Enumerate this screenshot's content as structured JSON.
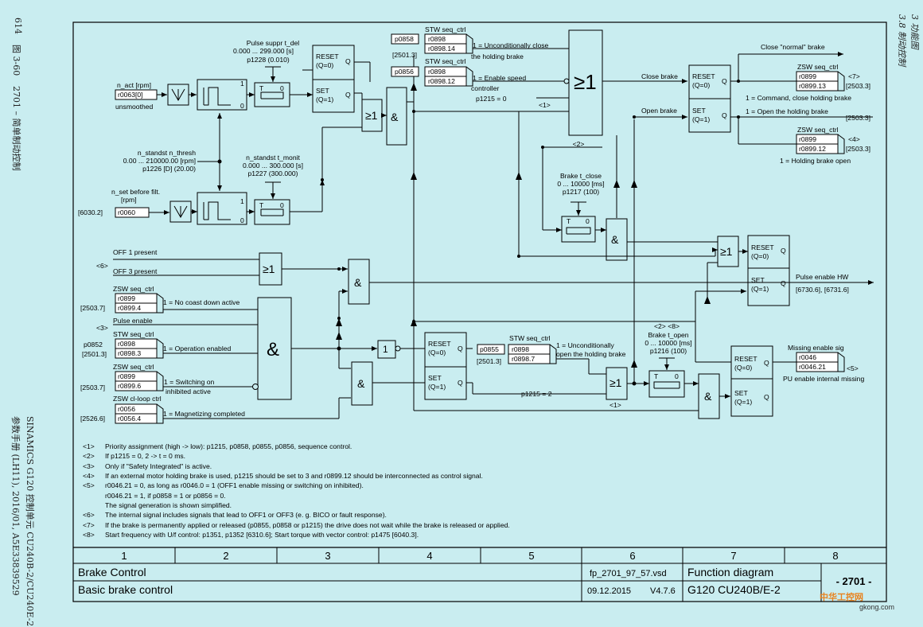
{
  "side": {
    "page_number": "614",
    "figure": "图 3-60",
    "figure_title": "2701 – 简单制动控制",
    "chapter": "3 功能图",
    "section": "3.8 制动控制",
    "manual_line1": "SINAMICS G120 控制单元 CU240B-2/CU240E-2",
    "manual_line2": "参数手册 (LH11), 2016/01, A5E33839529"
  },
  "diagram": {
    "n_act_label": "n_act [rpm]",
    "n_act_param": "r0063[0]",
    "unsmoothed": "unsmoothed",
    "pulse_suppr_label": "Pulse suppr t_del",
    "pulse_suppr_range": "0.000 ... 299.000  [s]",
    "pulse_suppr_param": "p1228 (0.010)",
    "nstandst_thresh_label": "n_standst n_thresh",
    "nstandst_thresh_range": "0.00 ... 210000.00  [rpm]",
    "nstandst_thresh_param": "p1226 [D] (20.00)",
    "nstandst_monit_label": "n_standst t_monit",
    "nstandst_monit_range": "0.000 ... 300.000  [s]",
    "nstandst_monit_param": "p1227 (300.000)",
    "nset_label": "n_set before filt.",
    "nset_unit": "[rpm]",
    "nset_ref": "[6030.2]",
    "nset_param": "r0060",
    "off1": "OFF 1 present",
    "off3": "OFF 3 present",
    "ref6": "<6>",
    "zsw_seq_ctrl": "ZSW seq_ctrl",
    "r0899": "r0899",
    "r0899_4": "r0899.4",
    "no_coast_down": "1 = No coast down active",
    "ref2503_7": "[2503.7]",
    "pulse_enable": "Pulse enable",
    "ref3": "<3>",
    "stw_seq_ctrl": "STW seq_ctrl",
    "p0852": "p0852",
    "ref2501_3": "[2501.3]",
    "r0898": "r0898",
    "r0898_3": "r0898.3",
    "op_enabled": "1 = Operation enabled",
    "r0899_6": "r0899.6",
    "switching_on_1": "1 = Switching on",
    "switching_on_2": "inhibited active",
    "zsw_cl_loop": "ZSW cl-loop ctrl",
    "r0056": "r0056",
    "r0056_4": "r0056.4",
    "ref2526_6": "[2526.6]",
    "magnetizing": "1 = Magnetizing completed",
    "p0858": "p0858",
    "r0898_14": "r0898.14",
    "uncond_close_1": "1 = Unconditionally close",
    "uncond_close_2": "the holding brake",
    "p0856": "p0856",
    "r0898_12": "r0898.12",
    "enable_speed_1": "1 = Enable speed",
    "enable_speed_2": "controller",
    "p1215_0": "p1215 = 0",
    "ref1": "<1>",
    "close_brake": "Close brake",
    "open_brake": "Open brake",
    "close_normal": "Close \"normal\" brake",
    "r0899_13": "r0899.13",
    "ref7": "<7>",
    "ref2503_3": "[2503.3]",
    "cmd_close": "1 = Command, close holding brake",
    "open_holding": "1 = Open the holding brake",
    "r0899_12": "r0899.12",
    "ref4": "<4>",
    "holding_open": "1 = Holding brake open",
    "ref2": "<2>",
    "brake_tclose": "Brake t_close",
    "brake_tclose_range": "0 ... 10000  [ms]",
    "brake_tclose_param": "p1217 (100)",
    "pulse_enable_hw": "Pulse enable HW",
    "pulse_enable_hw_ref": "[6730.6], [6731.6]",
    "p0855": "p0855",
    "r0898_7": "r0898.7",
    "uncond_open_1": "1 = Unconditionally",
    "uncond_open_2": "open the holding brake",
    "p1215_2": "p1215 = 2",
    "ref2_8": "<2> <8>",
    "brake_topen": "Brake t_open",
    "brake_topen_range": "0 ... 10000  [ms]",
    "brake_topen_param": "p1216 (100)",
    "missing_enable": "Missing enable sig",
    "r0046": "r0046",
    "r0046_21": "r0046.21",
    "ref5": "<5>",
    "pu_enable_missing": "PU enable internal missing",
    "reset_q0": "RESET",
    "q0": "(Q=0)",
    "set_q1": "SET",
    "q1": "(Q=1)",
    "q": "Q",
    "ge1": "≥1",
    "and": "&",
    "one": "1",
    "t_letter": "T",
    "zero": "0"
  },
  "notes": [
    {
      "no": "<1>",
      "text": "Priority assignment (high -> low): p1215, p0858, p0855, p0856, sequence control."
    },
    {
      "no": "<2>",
      "text": "If p1215 = 0, 2 -> t = 0 ms."
    },
    {
      "no": "<3>",
      "text": "Only if \"Safety Integrated\" is active."
    },
    {
      "no": "<4>",
      "text": "If an external motor holding brake is used, p1215 should be set to 3 and r0899.12 should be interconnected as control signal."
    },
    {
      "no": "<5>",
      "text": "r0046.21 = 0, as long as r0046.0 = 1 (OFF1 enable missing or switching on inhibited)."
    },
    {
      "no": "",
      "text": "r0046.21 = 1, if p0858 = 1 or p0856 = 0."
    },
    {
      "no": "",
      "text": "The signal generation is shown simplified."
    },
    {
      "no": "<6>",
      "text": "The internal signal includes signals that lead to OFF1 or OFF3 (e. g. BICO or fault response)."
    },
    {
      "no": "<7>",
      "text": "If the brake is permanently applied or released (p0855, p0858 or p1215) the drive does not wait while the brake is released or applied."
    },
    {
      "no": "<8>",
      "text": "Start frequency with U/f control: p1351, p1352 [6310.6]; Start torque with vector control: p1475 [6040.3]."
    }
  ],
  "title_block": {
    "columns": [
      "1",
      "2",
      "3",
      "4",
      "5",
      "6",
      "7",
      "8"
    ],
    "title1": "Brake Control",
    "title2": "Basic brake control",
    "file": "fp_2701_97_57.vsd",
    "date": "09.12.2015",
    "version": "V4.7.6",
    "fd_label": "Function diagram",
    "device": "G120 CU240B/E-2",
    "page": "- 2701 -"
  },
  "watermark": {
    "text1": "中华工控网",
    "text2": "gkong.com"
  }
}
